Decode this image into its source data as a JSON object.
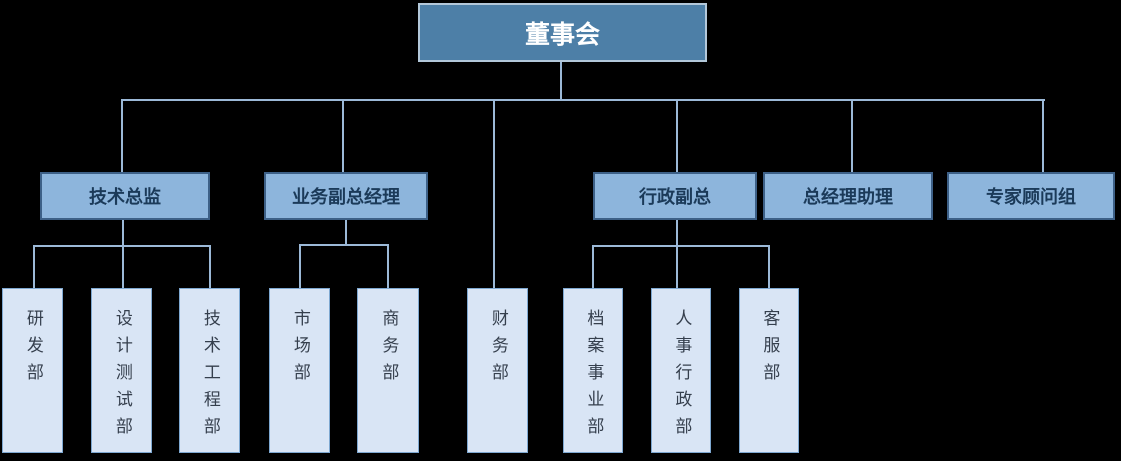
{
  "org_chart": {
    "type": "organization-chart",
    "root": {
      "label": "董事会"
    },
    "level2": [
      {
        "label": "技术总监",
        "parent": "董事会"
      },
      {
        "label": "业务副总经理",
        "parent": "董事会"
      },
      {
        "label": "行政副总",
        "parent": "董事会"
      },
      {
        "label": "总经理助理",
        "parent": "董事会"
      },
      {
        "label": "专家顾问组",
        "parent": "董事会"
      }
    ],
    "level3": [
      {
        "label": "研发部",
        "parent": "技术总监"
      },
      {
        "label": "设计测试部",
        "parent": "技术总监"
      },
      {
        "label": "技术工程部",
        "parent": "技术总监"
      },
      {
        "label": "市场部",
        "parent": "业务副总经理"
      },
      {
        "label": "商务部",
        "parent": "业务副总经理"
      },
      {
        "label": "财务部",
        "parent": "董事会"
      },
      {
        "label": "档案事业部",
        "parent": "行政副总"
      },
      {
        "label": "人事行政部",
        "parent": "行政副总"
      },
      {
        "label": "客服部",
        "parent": "行政副总"
      }
    ]
  },
  "colors": {
    "background": "#000000",
    "root_fill": "#4d7fa7",
    "root_border": "#b3c8da",
    "root_text": "#ffffff",
    "level2_fill": "#8db5dc",
    "level2_border": "#3d6087",
    "level2_text": "#1b3a59",
    "level3_fill": "#d9e5f5",
    "level3_border": "#7ea8d1",
    "level3_text": "#353f4d",
    "connector": "#9cb9d7"
  }
}
